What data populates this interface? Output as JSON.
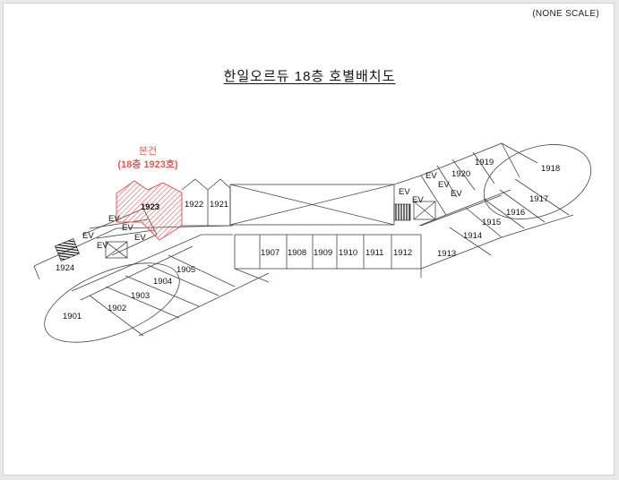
{
  "header": {
    "scale_note": "(NONE SCALE)",
    "title": "한일오르듀  18층  호별배치도"
  },
  "callout": {
    "line1": "본건",
    "line2": "(18층 1923호)"
  },
  "rooms": {
    "r1901": "1901",
    "r1902": "1902",
    "r1903": "1903",
    "r1904": "1904",
    "r1905": "1905",
    "r1907": "1907",
    "r1908": "1908",
    "r1909": "1909",
    "r1910": "1910",
    "r1911": "1911",
    "r1912": "1912",
    "r1913": "1913",
    "r1914": "1914",
    "r1915": "1915",
    "r1916": "1916",
    "r1917": "1917",
    "r1918": "1918",
    "r1919": "1919",
    "r1920": "1920",
    "r1921": "1921",
    "r1922": "1922",
    "r1923": "1923",
    "r1924": "1924"
  },
  "elevator_label": "EV",
  "colors": {
    "highlight": "#e05a5a",
    "line": "#444444"
  }
}
